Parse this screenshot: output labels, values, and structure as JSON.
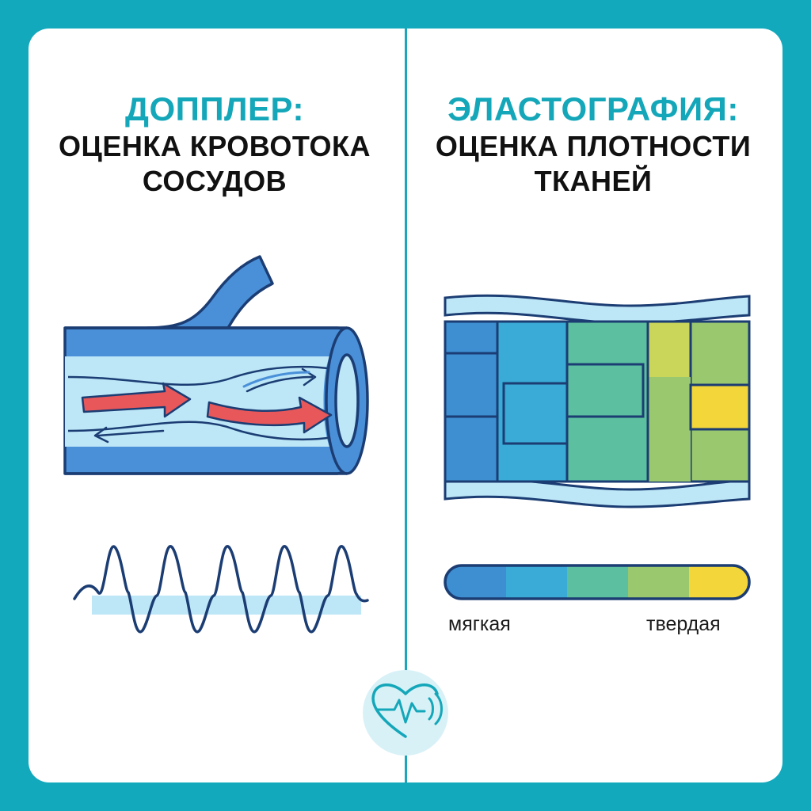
{
  "doppler": {
    "heading": "ДОППЛЕР:",
    "line1": "ОЦЕНКА КРОВОТОКА",
    "line2": "СОСУДОВ"
  },
  "elastography": {
    "heading": "ЭЛАСТОГРАФИЯ:",
    "line1": "ОЦЕНКА ПЛОТНОСТИ",
    "line2": "ТКАНЕЙ"
  },
  "stiffness_scale": {
    "soft_label": "мягкая",
    "hard_label": "твердая",
    "colors": [
      "#3d8fd2",
      "#3aaad6",
      "#5cbf9f",
      "#9ac86f",
      "#f3d63a"
    ]
  },
  "colors": {
    "accent": "#14a7b9",
    "vessel": "#4a90d9",
    "lumen": "#bde6f7",
    "arrow_red": "#e8585a",
    "outline": "#1b3d73"
  },
  "icons": {
    "vessel": "blood-vessel-icon",
    "waveform": "doppler-waveform-icon",
    "tissue": "elastography-tissue-map-icon",
    "emblem": "heart-ultrasound-icon"
  }
}
